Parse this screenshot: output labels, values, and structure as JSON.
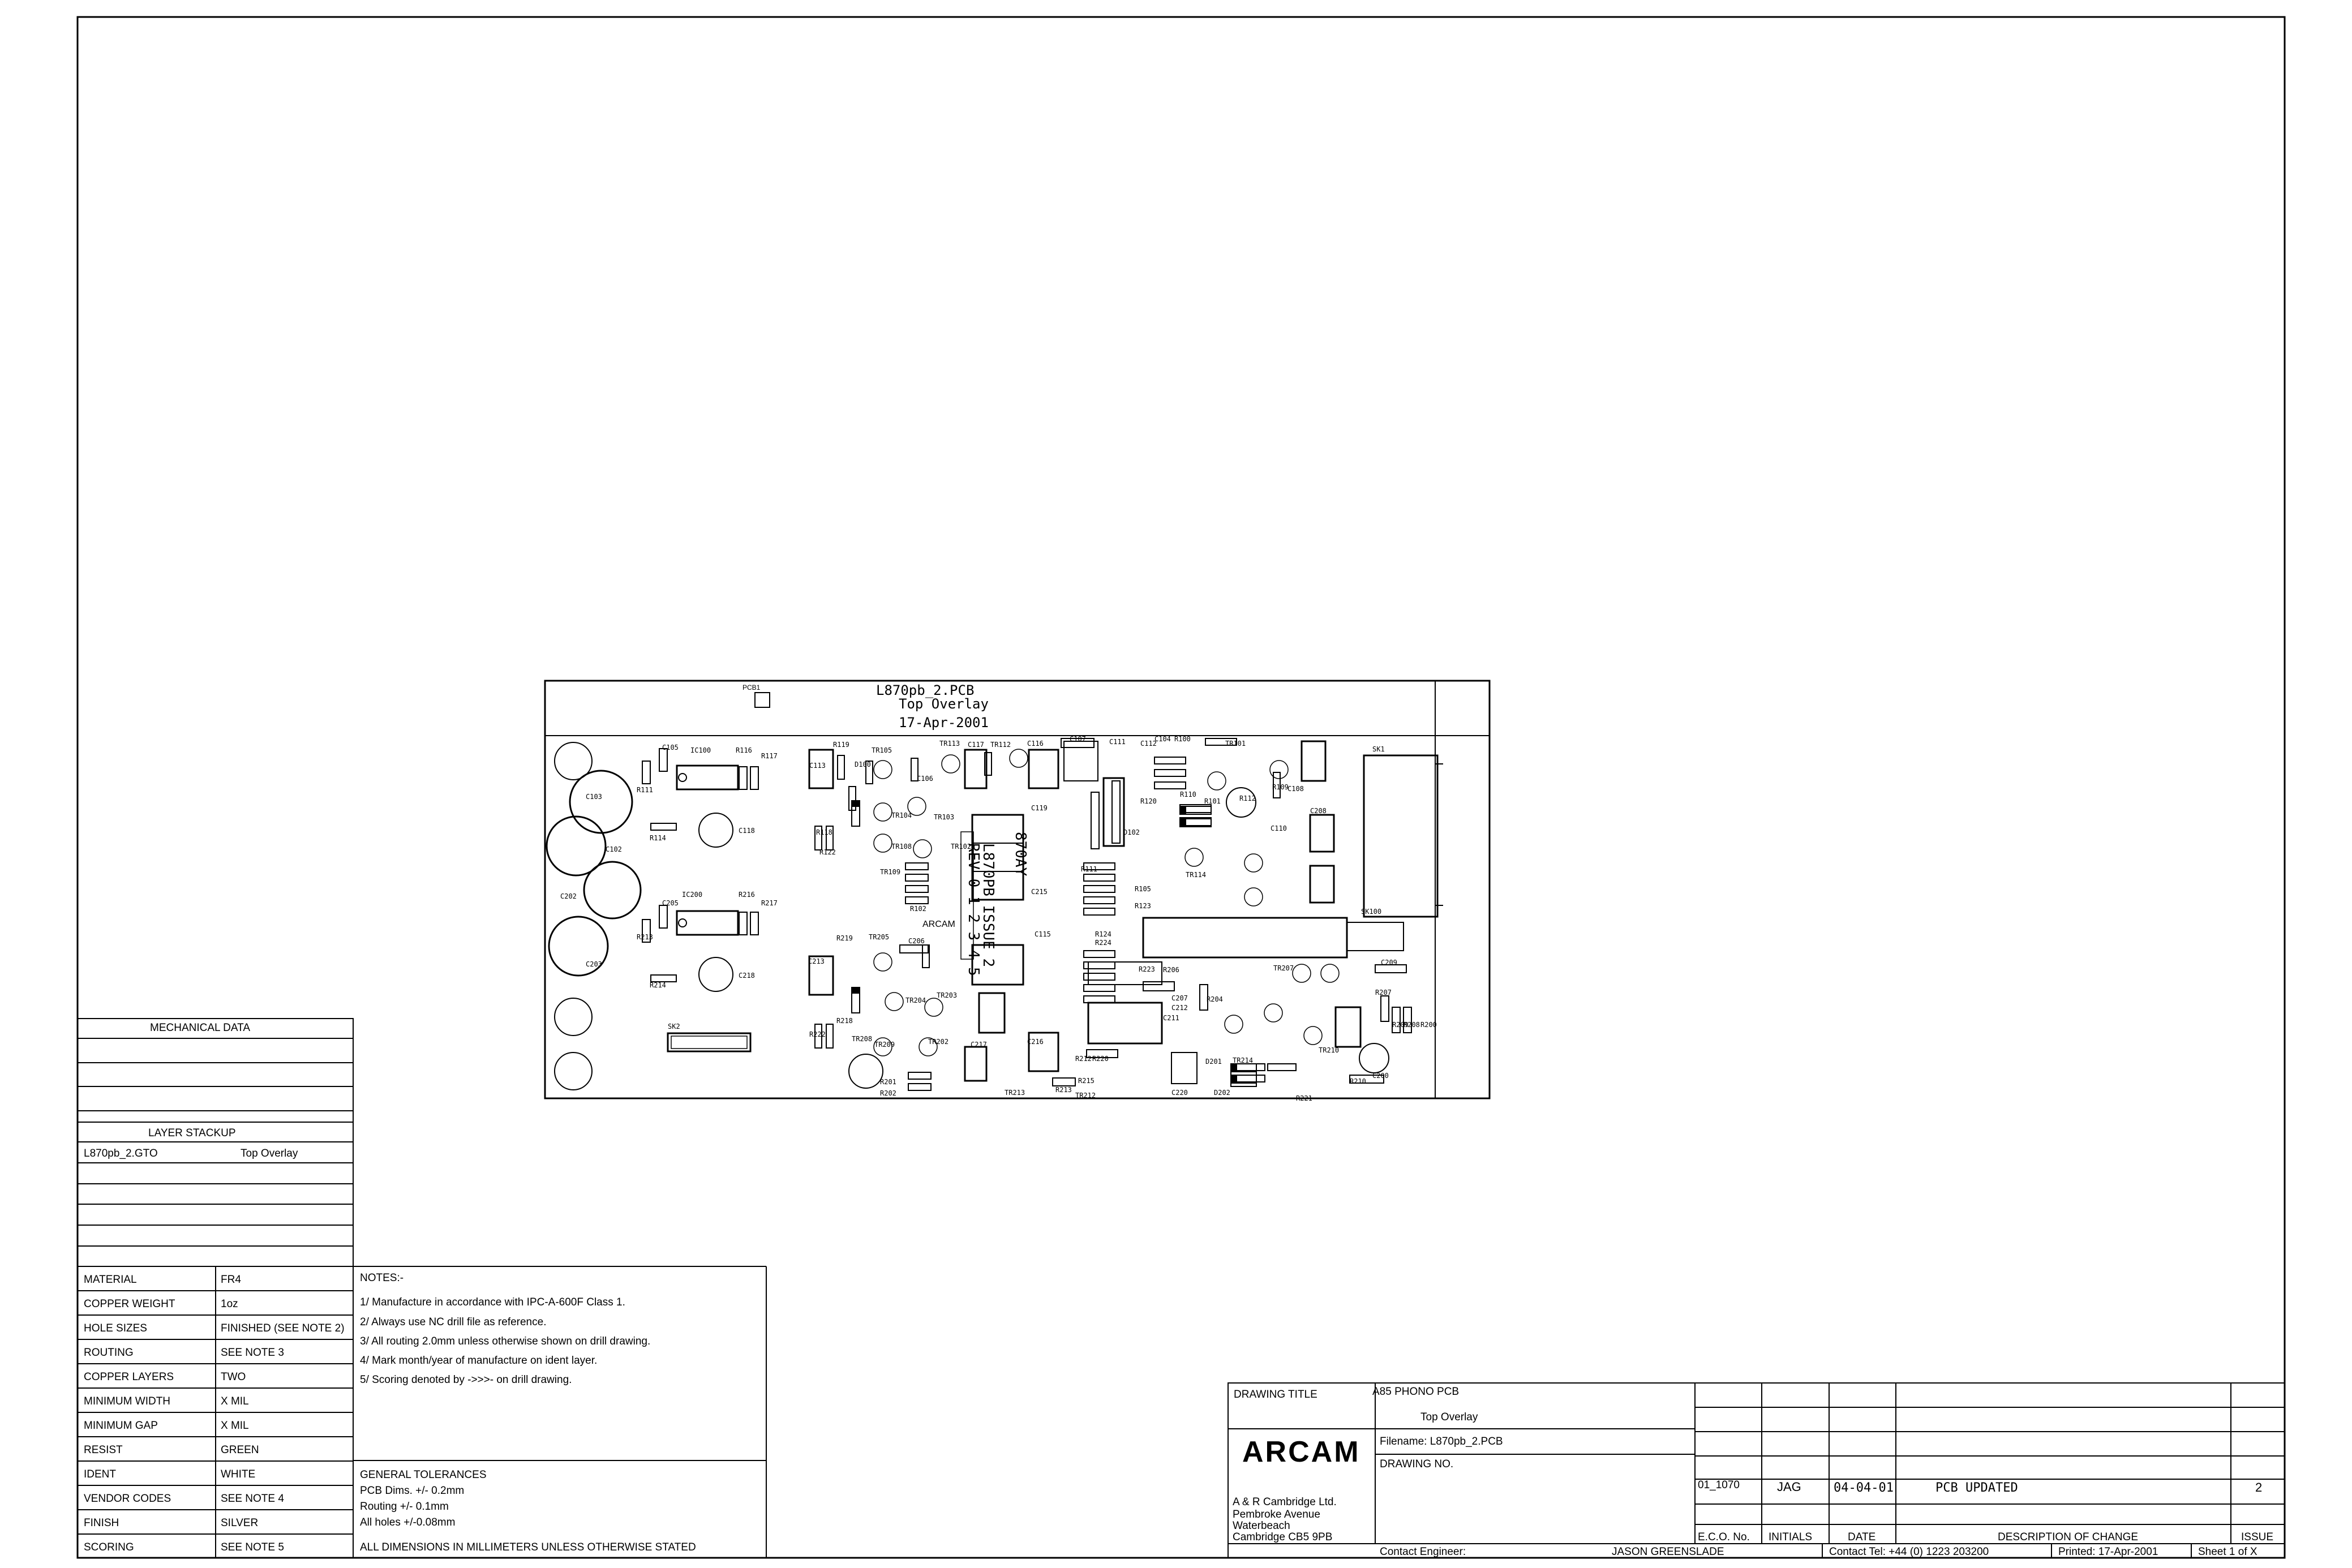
{
  "pcb": {
    "title": "L870pb_2.PCB",
    "layer": "Top Overlay",
    "date": "17-Apr-2001",
    "ident_label": "PCB1",
    "brand": "ARCAM",
    "vertical_text_1": "870AY",
    "vertical_text_2": "L870PB ISSUE 2",
    "vertical_text_3": "REV 0 1 2 3 4 5",
    "designators": [
      "IC100",
      "R116",
      "R117",
      "C105",
      "R111",
      "C103",
      "R114",
      "C118",
      "C102",
      "C202",
      "IC200",
      "R216",
      "R217",
      "C205",
      "R213",
      "C203",
      "R214",
      "C218",
      "SK2",
      "C113",
      "R119",
      "D100",
      "TR105",
      "TR104",
      "TR108",
      "TR109",
      "C106",
      "TR103",
      "TR102",
      "R122",
      "R118",
      "R102",
      "C117",
      "TR113",
      "TR112",
      "C116",
      "C107",
      "C111",
      "C112",
      "C104",
      "R100",
      "TR101",
      "SK1",
      "C119",
      "R120",
      "R110",
      "R101",
      "D102",
      "C110",
      "C108",
      "C208",
      "R109",
      "TR114",
      "R112",
      "R111",
      "R105",
      "R123",
      "R124",
      "C115",
      "C215",
      "R224",
      "R223",
      "R206",
      "C213",
      "R219",
      "TR205",
      "C206",
      "R222",
      "R218",
      "TR204",
      "TR203",
      "TR208",
      "TR209",
      "TR202",
      "R201",
      "R202",
      "C217",
      "C216",
      "R212",
      "R213",
      "TR213",
      "TR212",
      "R215",
      "R220",
      "C211",
      "C212",
      "C207",
      "R204",
      "D201",
      "TR214",
      "D202",
      "C220",
      "R221",
      "R210",
      "C200",
      "TR207",
      "TR210",
      "R207",
      "R209",
      "R208",
      "R200",
      "C209",
      "SK100"
    ]
  },
  "mechanical": {
    "header": "MECHANICAL DATA",
    "layer_header": "LAYER STACKUP",
    "layer_file": "L870pb_2.GTO",
    "layer_name": "Top Overlay",
    "rows": [
      {
        "label": "MATERIAL",
        "value": "FR4"
      },
      {
        "label": "COPPER WEIGHT",
        "value": "1oz"
      },
      {
        "label": "HOLE SIZES",
        "value": "FINISHED (SEE NOTE 2)"
      },
      {
        "label": "ROUTING",
        "value": "SEE NOTE 3"
      },
      {
        "label": "COPPER LAYERS",
        "value": "TWO"
      },
      {
        "label": "MINIMUM WIDTH",
        "value": "X MIL"
      },
      {
        "label": "MINIMUM GAP",
        "value": "X MIL"
      },
      {
        "label": "RESIST",
        "value": "GREEN"
      },
      {
        "label": "IDENT",
        "value": "WHITE"
      },
      {
        "label": "VENDOR CODES",
        "value": "SEE NOTE 4"
      },
      {
        "label": "FINISH",
        "value": "SILVER"
      },
      {
        "label": "SCORING",
        "value": "SEE NOTE 5"
      }
    ]
  },
  "notes": {
    "header": "NOTES:-",
    "lines": [
      "1/ Manufacture in accordance with IPC-A-600F Class 1.",
      "2/ Always use NC drill file as reference.",
      "3/ All routing 2.0mm unless otherwise shown on drill drawing.",
      "4/ Mark month/year of manufacture on ident layer.",
      "5/ Scoring denoted by  ->>>-  on drill drawing."
    ]
  },
  "tolerances": {
    "header": "GENERAL TOLERANCES",
    "lines": [
      "PCB Dims. +/- 0.2mm",
      "Routing +/- 0.1mm",
      "All holes +/-0.08mm",
      "ALL DIMENSIONS IN MILLIMETERS UNLESS OTHERWISE STATED"
    ]
  },
  "title_block": {
    "drawing_title_label": "DRAWING TITLE",
    "drawing_title": "A85 PHONO PCB",
    "subtitle": "Top Overlay",
    "filename": "Filename: L870pb_2.PCB",
    "drawing_no_label": "DRAWING NO.",
    "logo": "ARCAM",
    "address": [
      "A & R Cambridge Ltd.",
      "Pembroke Avenue",
      "Waterbeach",
      "Cambridge CB5 9PB"
    ],
    "contact_engineer_label": "Contact Engineer:",
    "contact_engineer": "JASON GREENSLADE",
    "contact_tel": "Contact Tel: +44 (0) 1223 203200",
    "printed": "Printed: 17-Apr-2001",
    "sheet": "Sheet 1 of X"
  },
  "revisions": {
    "headers": {
      "eco": "E.C.O. No.",
      "initials": "INITIALS",
      "date": "DATE",
      "description": "DESCRIPTION OF CHANGE",
      "issue": "ISSUE"
    },
    "entries": [
      {
        "eco": "01_1070",
        "initials": "JAG",
        "date": "04-04-01",
        "description": "PCB UPDATED",
        "issue": "2"
      }
    ]
  }
}
